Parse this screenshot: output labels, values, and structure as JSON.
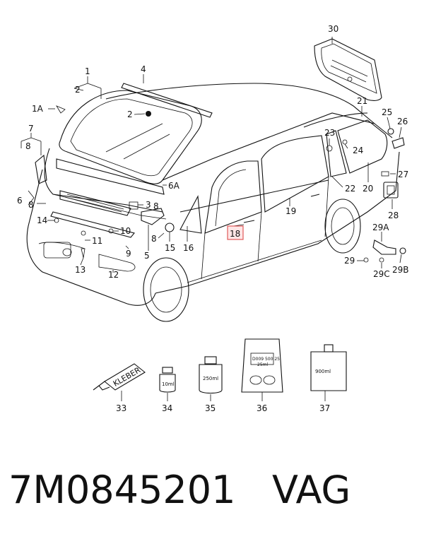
{
  "diagram": {
    "callouts": {
      "c1": "1",
      "c1a": "1A",
      "c2a": "2",
      "c2b": "2",
      "c3": "3",
      "c4": "4",
      "c5": "5",
      "c6": "6",
      "c6a": "6A",
      "c7": "7",
      "c8a": "8",
      "c8b": "8",
      "c8c": "8",
      "c8d": "8",
      "c9": "9",
      "c10": "10",
      "c11": "11",
      "c12": "12",
      "c13": "13",
      "c14": "14",
      "c15": "15",
      "c16": "16",
      "c18": "18",
      "c19": "19",
      "c20": "20",
      "c21": "21",
      "c22": "22",
      "c23": "23",
      "c24": "24",
      "c25": "25",
      "c26": "26",
      "c27": "27",
      "c28": "28",
      "c29": "29",
      "c29a": "29A",
      "c29b": "29B",
      "c29c": "29C",
      "c30": "30",
      "c33": "33",
      "c34": "34",
      "c35": "35",
      "c36": "36",
      "c37": "37"
    },
    "highlighted": "18",
    "product_labels": {
      "tube": "KLEBER",
      "bottle_small": "10ml",
      "tin": "250ml",
      "pack_code": "D009 500 25",
      "pack_size": "25ml",
      "can": "900ml"
    }
  },
  "footer": {
    "part_number": "7M0845201",
    "brand": "VAG"
  }
}
